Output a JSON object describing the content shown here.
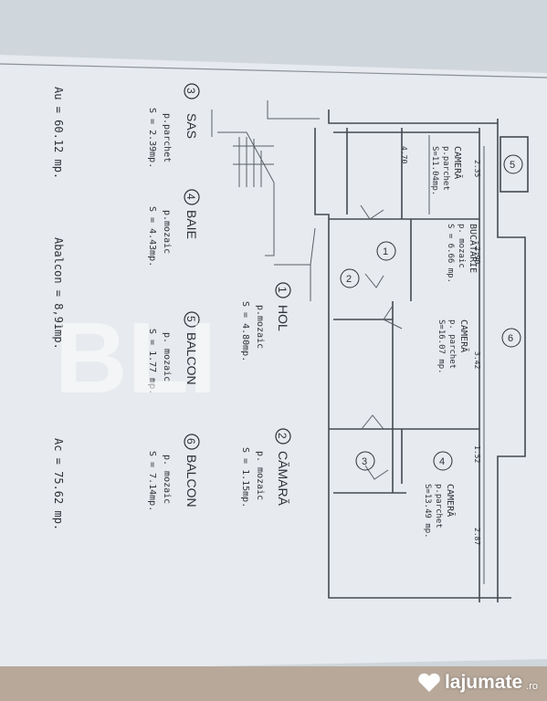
{
  "plan": {
    "rooms": [
      {
        "num": "1",
        "name": "HOL",
        "floor": "p.mozaic",
        "area": "S = 4.80mp."
      },
      {
        "num": "2",
        "name": "CĂMARĂ",
        "floor": "p. mozaic",
        "area": "S = 1.15mp."
      },
      {
        "num": "3",
        "name": "SAS",
        "floor": "p.parchet",
        "area": "S = 2.39mp."
      },
      {
        "num": "4",
        "name": "BAIE",
        "floor": "p.mozaic",
        "area": "S = 4.43mp."
      },
      {
        "num": "5",
        "name": "BALCON",
        "floor": "p. mozaic",
        "area": "S = 1.77 mp."
      },
      {
        "num": "6",
        "name": "BALCON",
        "floor": "p. mozaic",
        "area": "S = 7.14mp."
      }
    ],
    "totals": {
      "au": "Au = 60.12 mp.",
      "abalcon": "Abalcon = 8,91mp.",
      "ac": "Ac = 75.62 mp."
    },
    "drawing": {
      "r1": {
        "name": "CAMERĂ",
        "floor": "p.parchet",
        "area": "S=11.04mp."
      },
      "r2": {
        "name": "BUCĂTĂRIE",
        "floor": "p. mozaic",
        "area": "S = 6.66 mp."
      },
      "r3": {
        "name": "CAMERĂ",
        "floor": "p. parchet",
        "area": "S=16.07 mp."
      },
      "r4": {
        "name": "CAMERĂ",
        "floor": "p.parchet",
        "area": "S=13.49 mp."
      },
      "dims": {
        "d1": "2.35",
        "d2": "4.70",
        "d3": "2.90",
        "d4": "3.42",
        "d5": "1.52",
        "d6": "2.87"
      },
      "marks": {
        "m1": "1",
        "m2": "2",
        "m3": "3",
        "m4": "4",
        "m5": "5",
        "m6": "6"
      }
    },
    "watermark": "BLI"
  },
  "brand": {
    "name": "lajumate",
    "tld": ".ro"
  },
  "colors": {
    "paper": "#e7eaee",
    "ink": "#2d3238",
    "background": "#cfd6dc"
  }
}
